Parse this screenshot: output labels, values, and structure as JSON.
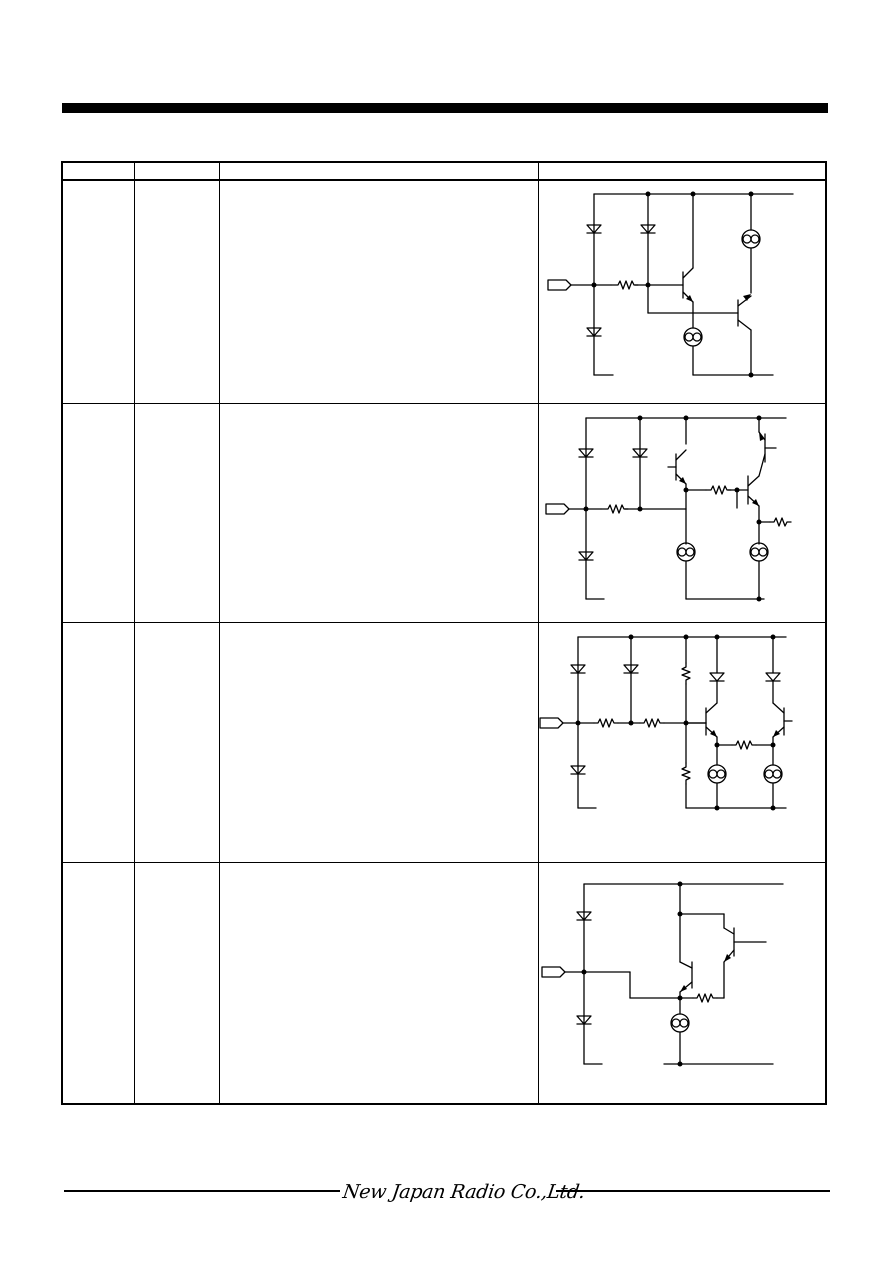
{
  "header": {},
  "table": {
    "columns": [
      "",
      "",
      "",
      ""
    ],
    "rows": [
      {
        "name": "",
        "pin": "",
        "function": "",
        "schematic": "input-stage-1"
      },
      {
        "name": "",
        "pin": "",
        "function": "",
        "schematic": "input-stage-2"
      },
      {
        "name": "",
        "pin": "",
        "function": "",
        "schematic": "input-stage-3"
      },
      {
        "name": "",
        "pin": "",
        "function": "",
        "schematic": "output-stage-4"
      }
    ]
  },
  "footer": {
    "company": "New Japan Radio Co.,Ltd."
  }
}
